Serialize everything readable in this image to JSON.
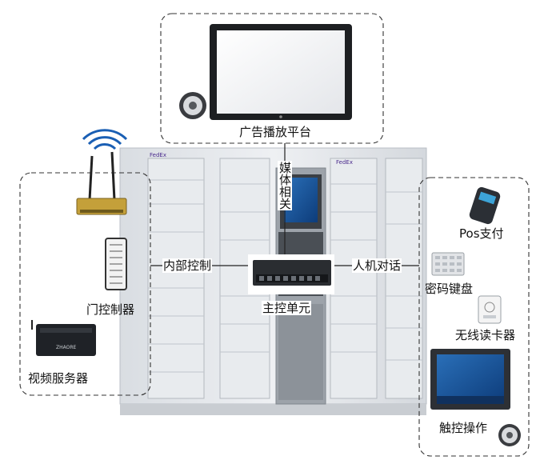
{
  "diagram": {
    "top_group": {
      "label": "广告播放平台"
    },
    "left_group": {
      "door_controller": "门控制器",
      "video_server": "视频服务器"
    },
    "right_group": {
      "pos": "Pos支付",
      "keypad": "密码键盘",
      "card_reader": "无线读卡器",
      "touch": "触控操作"
    },
    "center": {
      "main_unit": "主控单元"
    },
    "links": {
      "media": "媒体相关",
      "internal": "内部控制",
      "hmi": "人机对话"
    }
  }
}
